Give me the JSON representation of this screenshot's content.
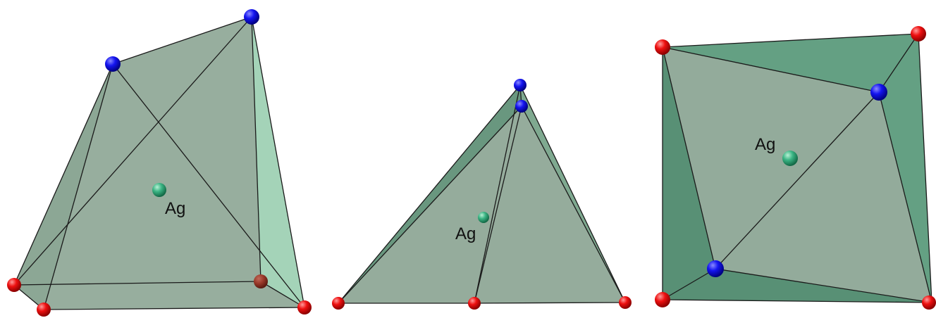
{
  "figure": {
    "panels": [
      {
        "id": "panel-1",
        "center_atom_label": "Ag",
        "colors": {
          "face_light": "#8fa897",
          "face_dark": "#5c8e74",
          "face_mid": "#74a287",
          "face_side": "#9ccfb2"
        }
      },
      {
        "id": "panel-2",
        "center_atom_label": "Ag",
        "colors": {
          "face_light": "#8fa897",
          "face_dark": "#5c8e74",
          "face_mid": "#74a287",
          "face_side": "#9ccfb2"
        }
      },
      {
        "id": "panel-3",
        "center_atom_label": "Ag",
        "colors": {
          "face_light": "#8fa897",
          "face_dark": "#5c8e74",
          "face_mid": "#74a287",
          "face_side": "#9ccfb2"
        }
      }
    ],
    "atom_colors": {
      "red_vertex": "#e00000",
      "blue_vertex": "#1010e0",
      "ag_center": "#2fae7a"
    }
  }
}
